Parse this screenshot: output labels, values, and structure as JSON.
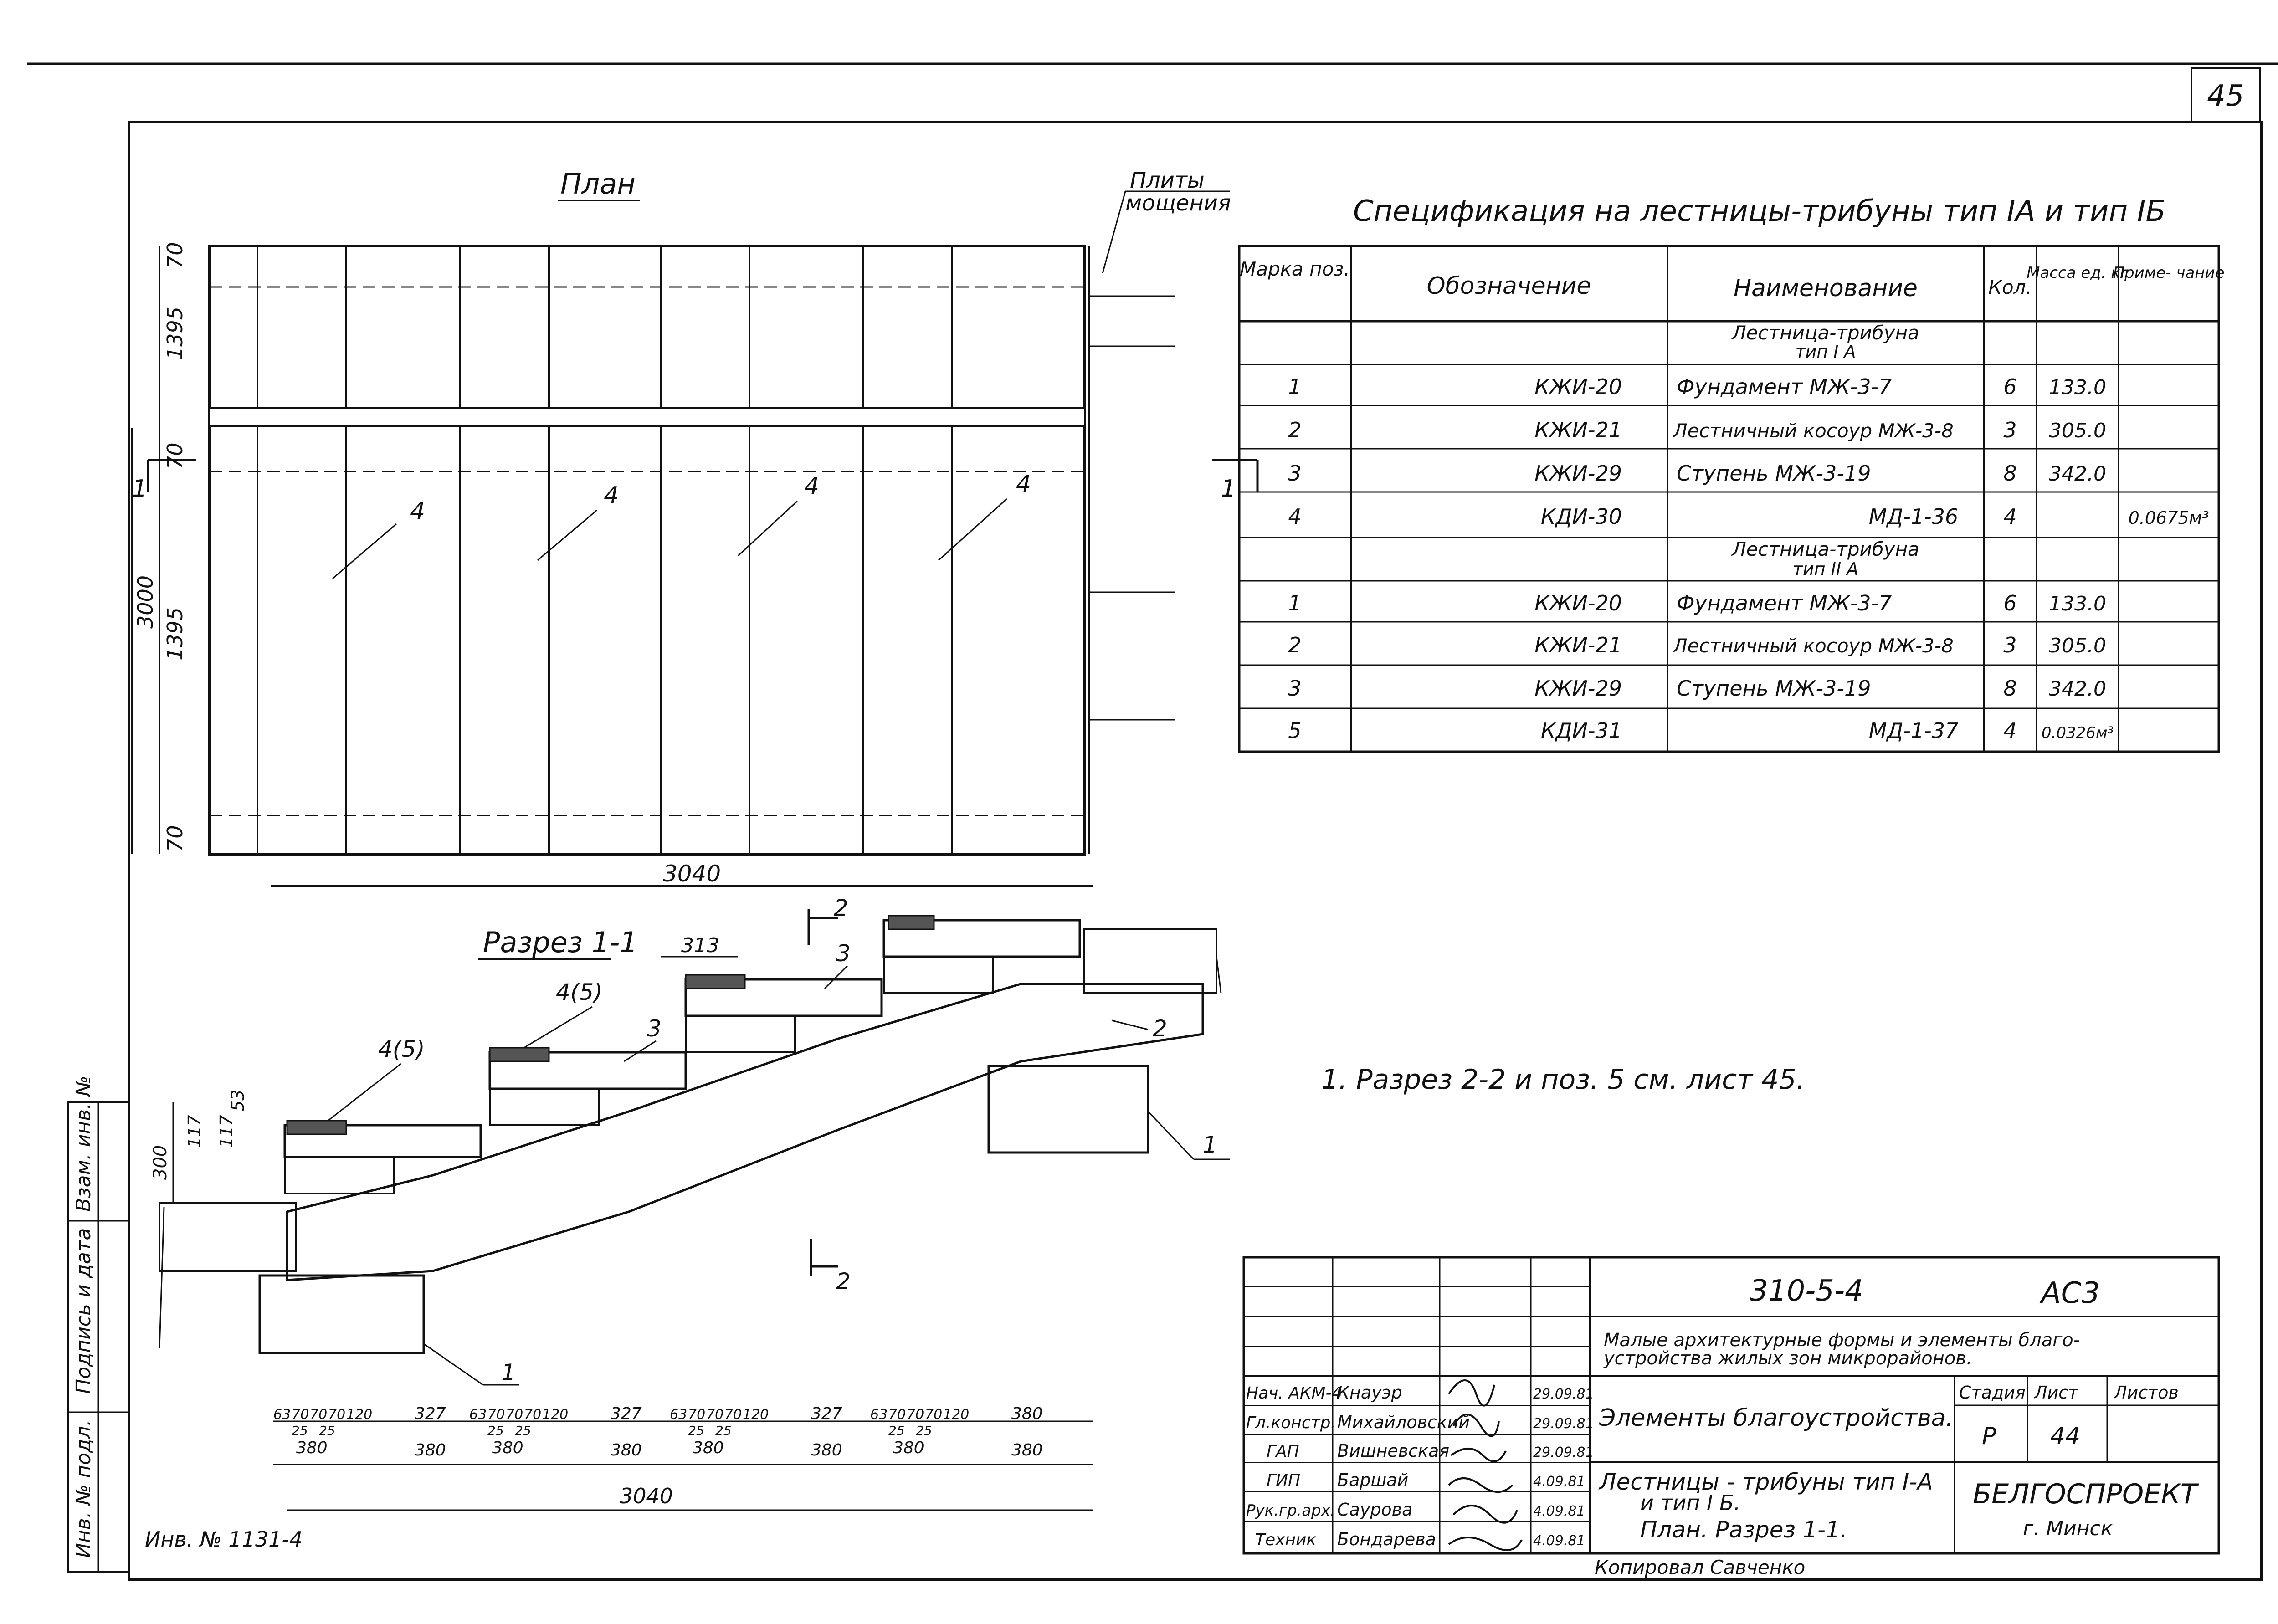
{
  "sheet_number": "45",
  "plan": {
    "title": "План",
    "label_paving": [
      "Плиты",
      "мощения"
    ],
    "dims_vertical": [
      "70",
      "1395",
      "70",
      "3000",
      "1395",
      "70"
    ],
    "dim_width": "3040",
    "pos_labels": [
      "4",
      "4",
      "4",
      "4"
    ],
    "section_mark": "1"
  },
  "section": {
    "title": "Разрез 1-1",
    "labels": {
      "top_width": "313",
      "pos_4_5_a": "4(5)",
      "pos_4_5_b": "4(5)",
      "pos_3_a": "3",
      "pos_3_b": "3",
      "pos_2_a": "2",
      "pos_2_b": "2",
      "pos_1_a": "1",
      "pos_1_b": "1",
      "dim_53": "53",
      "dim_117_a": "117",
      "dim_117_b": "117",
      "dim_300": "300"
    },
    "cut_mark": "2",
    "bottom_dims_top": [
      "63",
      "70",
      "70",
      "70",
      "120",
      "327",
      "63",
      "70",
      "70",
      "70",
      "120",
      "327",
      "63",
      "70",
      "70",
      "70",
      "120",
      "327",
      "63",
      "70",
      "70",
      "70",
      "120",
      "380"
    ],
    "bottom_dims_25": [
      "25",
      "25",
      "25",
      "25",
      "25",
      "25",
      "25",
      "25"
    ],
    "bottom_dims_mid": [
      "380",
      "380",
      "380",
      "380",
      "380",
      "380",
      "380",
      "380"
    ],
    "bottom_dim_total": "3040"
  },
  "spec": {
    "title": "Спецификация на лестницы-трибуны тип IA и тип IБ",
    "headers": [
      "Марка поз.",
      "Обозначение",
      "Наименование",
      "Кол.",
      "Масса ед. кг",
      "Приме- чание"
    ],
    "groups": [
      {
        "heading": [
          "Лестница-трибуна",
          "тип I A"
        ],
        "rows": [
          [
            "1",
            "КЖИ-20",
            "Фундамент МЖ-3-7",
            "6",
            "133.0",
            ""
          ],
          [
            "2",
            "КЖИ-21",
            "Лестничный косоур МЖ-3-8",
            "3",
            "305.0",
            ""
          ],
          [
            "3",
            "КЖИ-29",
            "Ступень МЖ-3-19",
            "8",
            "342.0",
            ""
          ],
          [
            "4",
            "КДИ-30",
            "МД-1-36",
            "4",
            "",
            "0.0675м³"
          ]
        ]
      },
      {
        "heading": [
          "Лестница-трибуна",
          "тип II A"
        ],
        "rows": [
          [
            "1",
            "КЖИ-20",
            "Фундамент МЖ-3-7",
            "6",
            "133.0",
            ""
          ],
          [
            "2",
            "КЖИ-21",
            "Лестничный косоур МЖ-3-8",
            "3",
            "305.0",
            ""
          ],
          [
            "3",
            "КЖИ-29",
            "Ступень МЖ-3-19",
            "8",
            "342.0",
            ""
          ],
          [
            "5",
            "КДИ-31",
            "МД-1-37",
            "4",
            "0.0326м³",
            ""
          ]
        ]
      }
    ]
  },
  "note": "1. Разрез 2-2 и поз. 5 см. лист 45.",
  "side_stamp": [
    "Инв. № подл.",
    "Подпись и дата",
    "Взам. инв. №"
  ],
  "inv_number": "Инв. № 1131-4",
  "title_block": {
    "code": "310-5-4",
    "series": "АС3",
    "project": [
      "Малые архитектурные формы и элементы благо-",
      "устройства жилых зон микрорайонов."
    ],
    "section_name": "Элементы благоустройства.",
    "stage_header": "Стадия",
    "sheet_header": "Лист",
    "sheets_header": "Листов",
    "stage": "Р",
    "sheet": "44",
    "drawing_title": [
      "Лестницы - трибуны тип I-A",
      "и тип I Б.",
      "План. Разрез 1-1."
    ],
    "org": "БЕЛГОСПРОЕКТ",
    "city": "г. Минск",
    "copied": "Копировал Савченко",
    "staff": [
      {
        "role": "Нач. АКМ-4",
        "name": "Кнауэр",
        "date": "29.09.81"
      },
      {
        "role": "Гл.констр.",
        "name": "Михайловский",
        "date": "29.09.81"
      },
      {
        "role": "ГАП",
        "name": "Вишневская",
        "date": "29.09.81"
      },
      {
        "role": "ГИП",
        "name": "Баршай",
        "date": "4.09.81"
      },
      {
        "role": "Рук.гр.арх.",
        "name": "Саурова",
        "date": "4.09.81"
      },
      {
        "role": "Техник",
        "name": "Бондарева",
        "date": "4.09.81"
      }
    ]
  }
}
